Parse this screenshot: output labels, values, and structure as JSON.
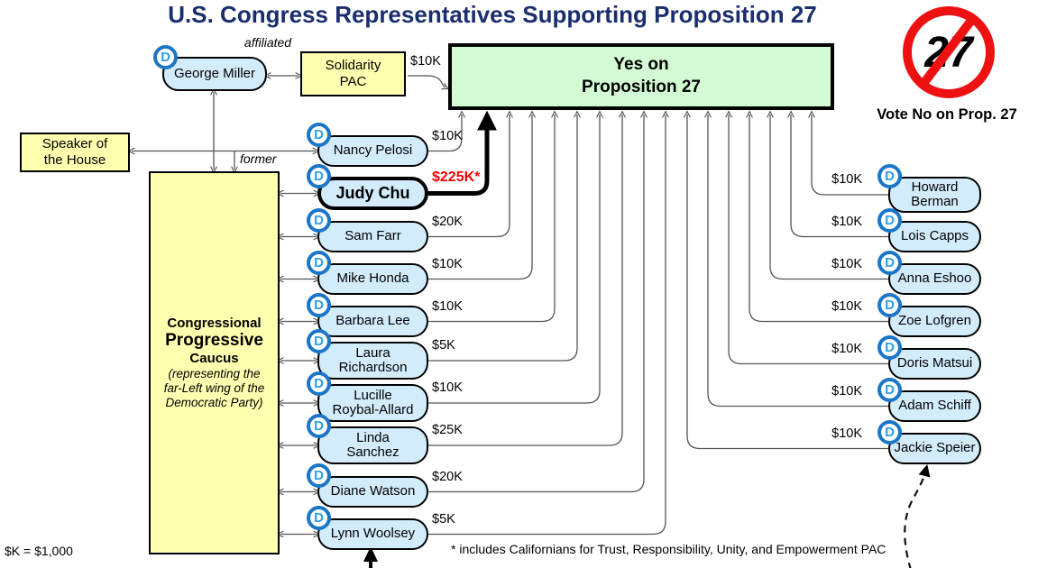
{
  "title": "U.S. Congress Representatives Supporting Proposition 27",
  "colors": {
    "title_navy": "#1a2e6e",
    "yes_box_green": "#d3fbd3",
    "pac_yellow": "#ffffb0",
    "rep_blue": "#d3ecfc",
    "badge_ring_blue": "#1b76c8",
    "badge_letter_blue": "#2aa0e8",
    "highlight_red": "#ff0000",
    "logo_red": "#ee1111",
    "connector_gray": "#555555"
  },
  "logo": {
    "number": "27",
    "caption": "Vote No on Prop. 27"
  },
  "yes_box": {
    "label": "Yes on\nProposition 27"
  },
  "relationship_labels": {
    "affiliated": "affiliated",
    "former": "former"
  },
  "george_miller": {
    "name": "George Miller"
  },
  "pac": {
    "name": "Solidarity\nPAC",
    "amount": "$10K"
  },
  "speaker_box": {
    "label": "Speaker of\nthe House"
  },
  "caucus": {
    "line1": "Congressional",
    "line2": "Progressive",
    "line3": "Caucus",
    "note": "(representing the\nfar-Left wing of the\nDemocratic Party)"
  },
  "badge_letter": "D",
  "left_reps": [
    {
      "name": "Nancy Pelosi",
      "amount": "$10K"
    },
    {
      "name": "Judy Chu",
      "amount": "$225K*",
      "highlight": true
    },
    {
      "name": "Sam Farr",
      "amount": "$20K"
    },
    {
      "name": "Mike Honda",
      "amount": "$10K"
    },
    {
      "name": "Barbara Lee",
      "amount": "$10K"
    },
    {
      "name": "Laura\nRichardson",
      "amount": "$5K"
    },
    {
      "name": "Lucille\nRoybal-Allard",
      "amount": "$10K"
    },
    {
      "name": "Linda\nSanchez",
      "amount": "$25K"
    },
    {
      "name": "Diane Watson",
      "amount": "$20K"
    },
    {
      "name": "Lynn Woolsey",
      "amount": "$5K"
    }
  ],
  "right_reps": [
    {
      "name": "Howard\nBerman",
      "amount": "$10K"
    },
    {
      "name": "Lois Capps",
      "amount": "$10K"
    },
    {
      "name": "Anna Eshoo",
      "amount": "$10K"
    },
    {
      "name": "Zoe Lofgren",
      "amount": "$10K"
    },
    {
      "name": "Doris Matsui",
      "amount": "$10K"
    },
    {
      "name": "Adam Schiff",
      "amount": "$10K"
    },
    {
      "name": "Jackie Speier",
      "amount": "$10K"
    }
  ],
  "footnotes": {
    "scale_note": "$K = $1,000",
    "asterisk_note": "* includes Californians for Trust, Responsibility, Unity, and Empowerment PAC"
  }
}
